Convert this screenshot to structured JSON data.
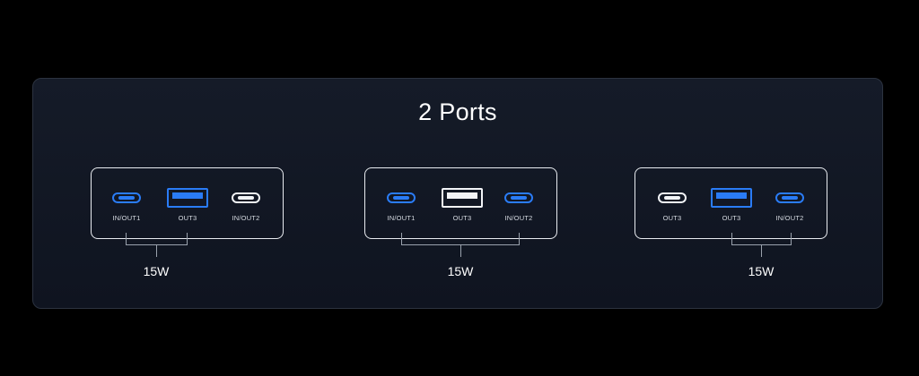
{
  "title": "2 Ports",
  "configs": [
    {
      "ports": [
        {
          "label": "IN/OUT1",
          "type": "usb-c",
          "state": "active"
        },
        {
          "label": "OUT3",
          "type": "usb-a",
          "state": "active"
        },
        {
          "label": "IN/OUT2",
          "type": "usb-c",
          "state": "inactive"
        }
      ],
      "power": "15W"
    },
    {
      "ports": [
        {
          "label": "IN/OUT1",
          "type": "usb-c",
          "state": "active"
        },
        {
          "label": "OUT3",
          "type": "usb-a",
          "state": "inactive"
        },
        {
          "label": "IN/OUT2",
          "type": "usb-c",
          "state": "active"
        }
      ],
      "power": "15W"
    },
    {
      "ports": [
        {
          "label": "OUT3",
          "type": "usb-c",
          "state": "inactive"
        },
        {
          "label": "OUT3",
          "type": "usb-a",
          "state": "active"
        },
        {
          "label": "IN/OUT2",
          "type": "usb-c",
          "state": "active"
        }
      ],
      "power": "15W"
    }
  ],
  "colors": {
    "active": "#2a7cf6",
    "inactive": "#f2f4f7",
    "background": "#000000"
  }
}
